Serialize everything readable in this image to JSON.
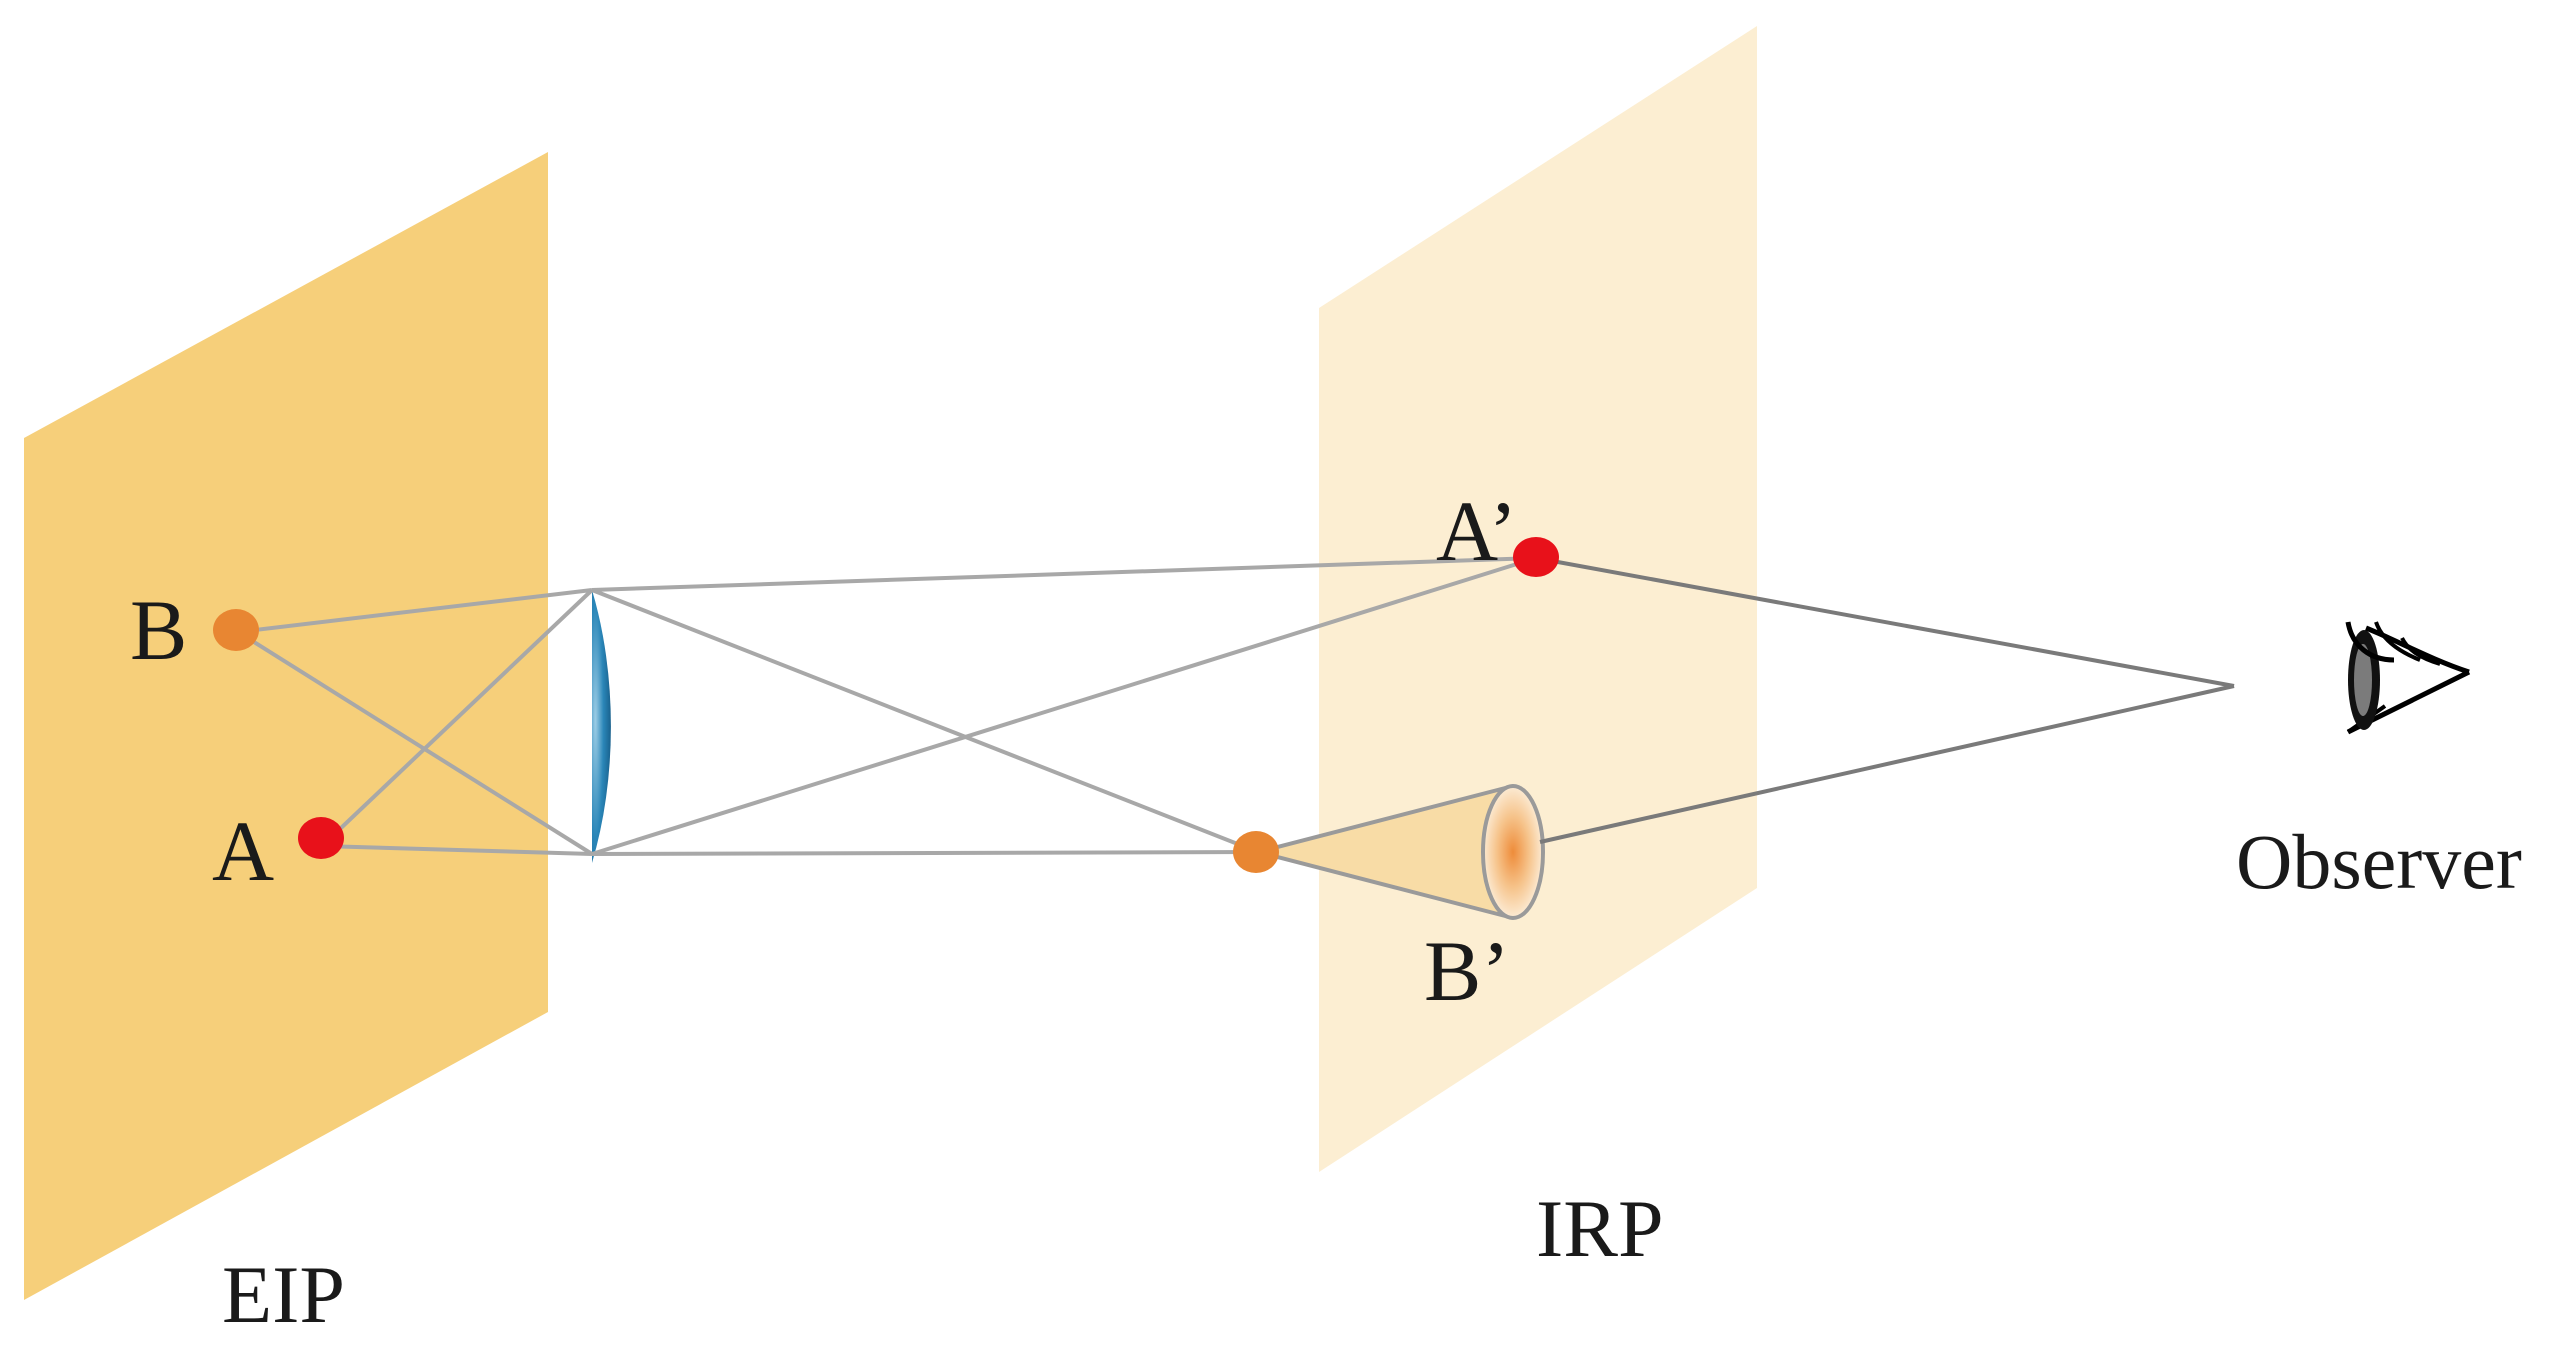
{
  "labels": {
    "eip": "EIP",
    "irp": "IRP",
    "observer": "Observer",
    "point_a": "A",
    "point_b": "B",
    "point_a_prime": "A’",
    "point_b_prime": "B’"
  },
  "colors": {
    "eip_plane": "#F6CF7A",
    "irp_plane": "#FCEED2",
    "point_a": "#E8111A",
    "point_b": "#E88632",
    "lens": "#1F74A6",
    "ray": "#A8A8A8",
    "sight_line": "#7A7A7A",
    "cone_fill": "#F8DCA6"
  },
  "icons": {
    "observer": "eye-icon"
  }
}
